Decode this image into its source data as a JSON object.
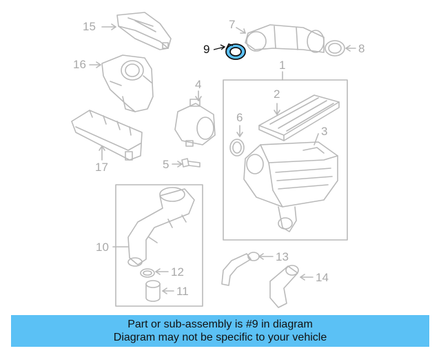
{
  "callouts": {
    "c1": "1",
    "c2": "2",
    "c3": "3",
    "c4": "4",
    "c5": "5",
    "c6": "6",
    "c7": "7",
    "c8": "8",
    "c9": "9",
    "c10": "10",
    "c11": "11",
    "c12": "12",
    "c13": "13",
    "c14": "14",
    "c15": "15",
    "c16": "16",
    "c17": "17"
  },
  "highlight": {
    "part": "9",
    "color": "#5bc1f5"
  },
  "banner": {
    "line1": "Part or sub-assembly is #9 in diagram",
    "line2": "Diagram may not be specific to your vehicle",
    "background": "#5bc1f5"
  },
  "colors": {
    "line_art": "#b9b9b9",
    "callout_text": "#a9a9a9",
    "active_text": "#111111"
  }
}
